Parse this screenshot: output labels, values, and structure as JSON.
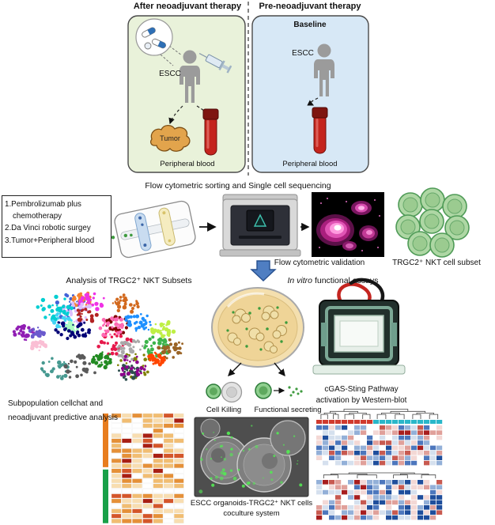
{
  "top": {
    "left_title": "After neoadjuvant therapy",
    "right_title": "Pre-neoadjuvant therapy",
    "baseline": "Baseline",
    "escc_left": "ESCC",
    "escc_right": "ESCC",
    "tumor": "Tumor",
    "peripheral_blood_left": "Peripheral blood",
    "peripheral_blood_right": "Peripheral blood"
  },
  "middle": {
    "title": "Flow cytometric sorting and Single cell sequencing",
    "protocol_line1": "1.Pembrolizumab plus",
    "protocol_line2": "chemotherapy",
    "protocol_line3": "2.Da Vinci robotic surgey",
    "protocol_line4": "3.Tumor+Peripheral blood",
    "validation": "Flow cytometric validation",
    "subset": "TRGC2⁺ NKT cell subset"
  },
  "bottom": {
    "analysis_title": "Analysis of TRGC2⁺ NKT Subsets",
    "invitro_italic": "In vitro",
    "invitro_rest": " functional assays",
    "subpop_line1": "Subpopulation cellchat and",
    "subpop_line2": "neoadjuvant predictive analysis",
    "cell_killing": "Cell Killing",
    "functional_secreting": "Functional secreting",
    "cgas_line1": "cGAS-Sting Pathway",
    "cgas_line2": "activation by Western-blot",
    "coculture_line1": "ESCC organoids-TRGC2⁺ NKT cells",
    "coculture_line2": "coculture system"
  },
  "colors": {
    "panel_after_bg": "#e9f2da",
    "panel_pre_bg": "#d7e8f6",
    "down_arrow": "#4f7ec2",
    "blood_red": "#c4241d",
    "tumor_tan": "#e2a44c",
    "nkt_green": "#aed7a4"
  },
  "procedural": {
    "seed": 7,
    "tsne_colors": [
      "#e6194b",
      "#3cb44b",
      "#4363d8",
      "#f58231",
      "#911eb4",
      "#42d4f4",
      "#f032e6",
      "#bfef45",
      "#fabed4",
      "#469990",
      "#dcbeff",
      "#9a6324",
      "#800000",
      "#aaffc3",
      "#808000",
      "#000075",
      "#a9a9a9",
      "#2f4f4f",
      "#ff4500",
      "#1e90ff",
      "#8b008b",
      "#228b22",
      "#ff69b4",
      "#5a5a5a",
      "#00ced1",
      "#b22222",
      "#6a5acd",
      "#d2691e"
    ],
    "heatmap_left_palette": [
      "#ffffff",
      "#f8ddb0",
      "#f1bd72",
      "#e59038",
      "#d4562a",
      "#a81f14"
    ],
    "heatmap_left_weights": [
      0.14,
      0.2,
      0.26,
      0.2,
      0.12,
      0.08
    ],
    "side_bar_top": "#e87d1e",
    "side_bar_bottom": "#18a048",
    "diverging_palette": [
      "#1f4e9c",
      "#4d77bd",
      "#93b0d8",
      "#d5e0ee",
      "#ffffff",
      "#f3d8d5",
      "#e0a09a",
      "#c85a50",
      "#a81e1e"
    ],
    "strip_color_left": "#d03a2e",
    "strip_color_right": "#2ab7c9",
    "speckle_color": "#54e654"
  }
}
